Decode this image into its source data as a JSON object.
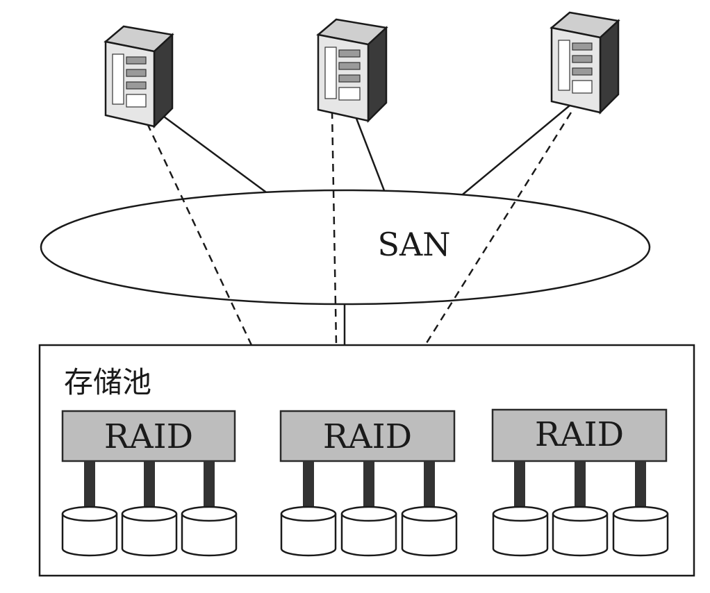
{
  "network": {
    "san_label": "SAN"
  },
  "storage_pool": {
    "label": "存储池",
    "raid_groups": [
      {
        "label": "RAID",
        "disk_count": 3
      },
      {
        "label": "RAID",
        "disk_count": 3
      },
      {
        "label": "RAID",
        "disk_count": 3
      }
    ]
  },
  "servers": [
    {
      "icon": "server-icon"
    },
    {
      "icon": "server-icon"
    },
    {
      "icon": "server-icon"
    }
  ],
  "icons": {
    "server": "server-icon",
    "disk": "disk-icon"
  }
}
